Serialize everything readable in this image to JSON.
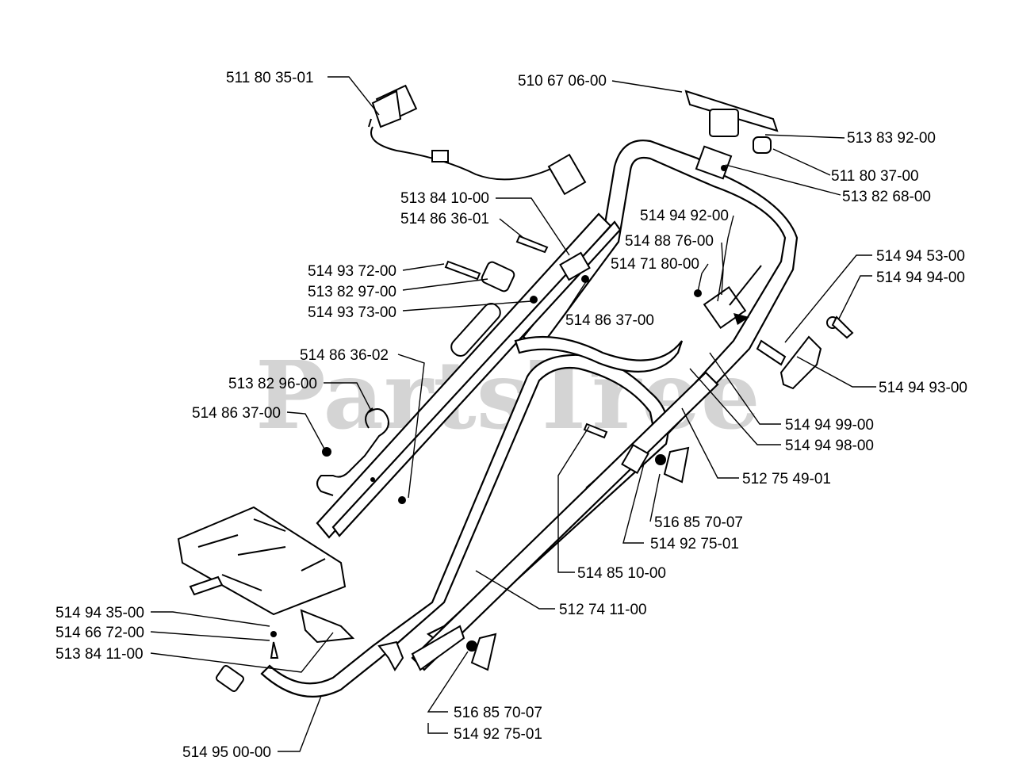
{
  "watermark": "PartsTree",
  "labels": [
    {
      "id": "p1",
      "text": "511 80 35-01"
    },
    {
      "id": "p2",
      "text": "510 67 06-00"
    },
    {
      "id": "p3",
      "text": "513 83 92-00"
    },
    {
      "id": "p4",
      "text": "511 80 37-00"
    },
    {
      "id": "p5",
      "text": "513 82 68-00"
    },
    {
      "id": "p6",
      "text": "513 84 10-00"
    },
    {
      "id": "p7",
      "text": "514 86 36-01"
    },
    {
      "id": "p8",
      "text": "514 94 92-00"
    },
    {
      "id": "p9",
      "text": "514 88 76-00"
    },
    {
      "id": "p10",
      "text": "514 71 80-00"
    },
    {
      "id": "p11",
      "text": "514 94 53-00"
    },
    {
      "id": "p12",
      "text": "514 94 94-00"
    },
    {
      "id": "p13",
      "text": "514 93 72-00"
    },
    {
      "id": "p14",
      "text": "513 82 97-00"
    },
    {
      "id": "p15",
      "text": "514 93 73-00"
    },
    {
      "id": "p16",
      "text": "514 86 37-00"
    },
    {
      "id": "p17",
      "text": "514 86 36-02"
    },
    {
      "id": "p18",
      "text": "513 82 96-00"
    },
    {
      "id": "p19",
      "text": "514 86 37-00"
    },
    {
      "id": "p20",
      "text": "514 94 93-00"
    },
    {
      "id": "p21",
      "text": "514 94 99-00"
    },
    {
      "id": "p22",
      "text": "514 94 98-00"
    },
    {
      "id": "p23",
      "text": "512 75 49-01"
    },
    {
      "id": "p24",
      "text": "516 85 70-07"
    },
    {
      "id": "p25",
      "text": "514 92 75-01"
    },
    {
      "id": "p26",
      "text": "514 85 10-00"
    },
    {
      "id": "p27",
      "text": "512 74 11-00"
    },
    {
      "id": "p28",
      "text": "514 94 35-00"
    },
    {
      "id": "p29",
      "text": "514 66 72-00"
    },
    {
      "id": "p30",
      "text": "513 84 11-00"
    },
    {
      "id": "p31",
      "text": "516 85 70-07"
    },
    {
      "id": "p32",
      "text": "514 92 75-01"
    },
    {
      "id": "p33",
      "text": "514 95 00-00"
    }
  ]
}
